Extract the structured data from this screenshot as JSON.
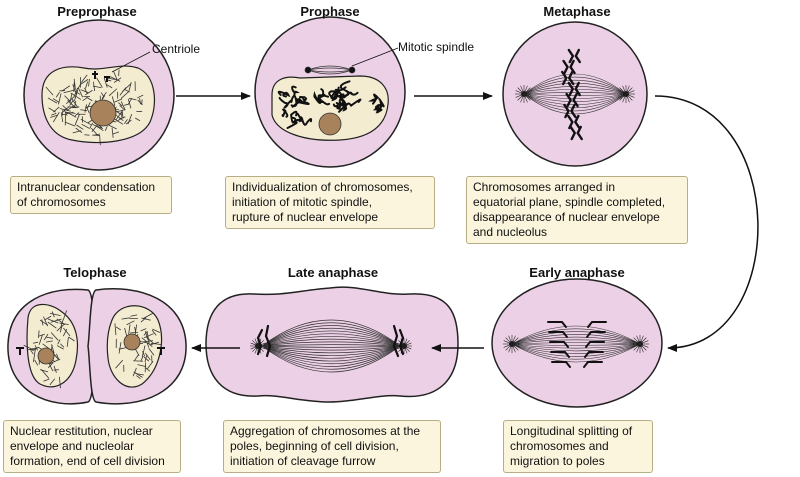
{
  "stages": [
    {
      "name": "Preprophase",
      "description": "Intranuclear condensation\nof chromosomes"
    },
    {
      "name": "Prophase",
      "description": "Individualization of chromosomes,\ninitiation of mitotic spindle,\nrupture of nuclear envelope"
    },
    {
      "name": "Metaphase",
      "description": "Chromosomes arranged in\nequatorial plane, spindle completed,\ndisappearance of nuclear envelope\nand nucleolus"
    },
    {
      "name": "Early anaphase",
      "description": "Longitudinal splitting of\nchromosomes and\nmigration to poles"
    },
    {
      "name": "Late anaphase",
      "description": "Aggregation of chromosomes at the\npoles, beginning of cell division,\ninitiation of cleavage furrow"
    },
    {
      "name": "Telophase",
      "description": "Nuclear restitution, nuclear\nenvelope and nucleolar\nformation, end of cell division"
    }
  ],
  "callouts": {
    "centriole": "Centriole",
    "mitotic_spindle": "Mitotic spindle"
  },
  "colors": {
    "cytoplasm": "#ecd0e6",
    "nucleus": "#f4ecd0",
    "nucleolus": "#a8825a",
    "box_fill": "#fbf5dd",
    "line": "#111111"
  }
}
